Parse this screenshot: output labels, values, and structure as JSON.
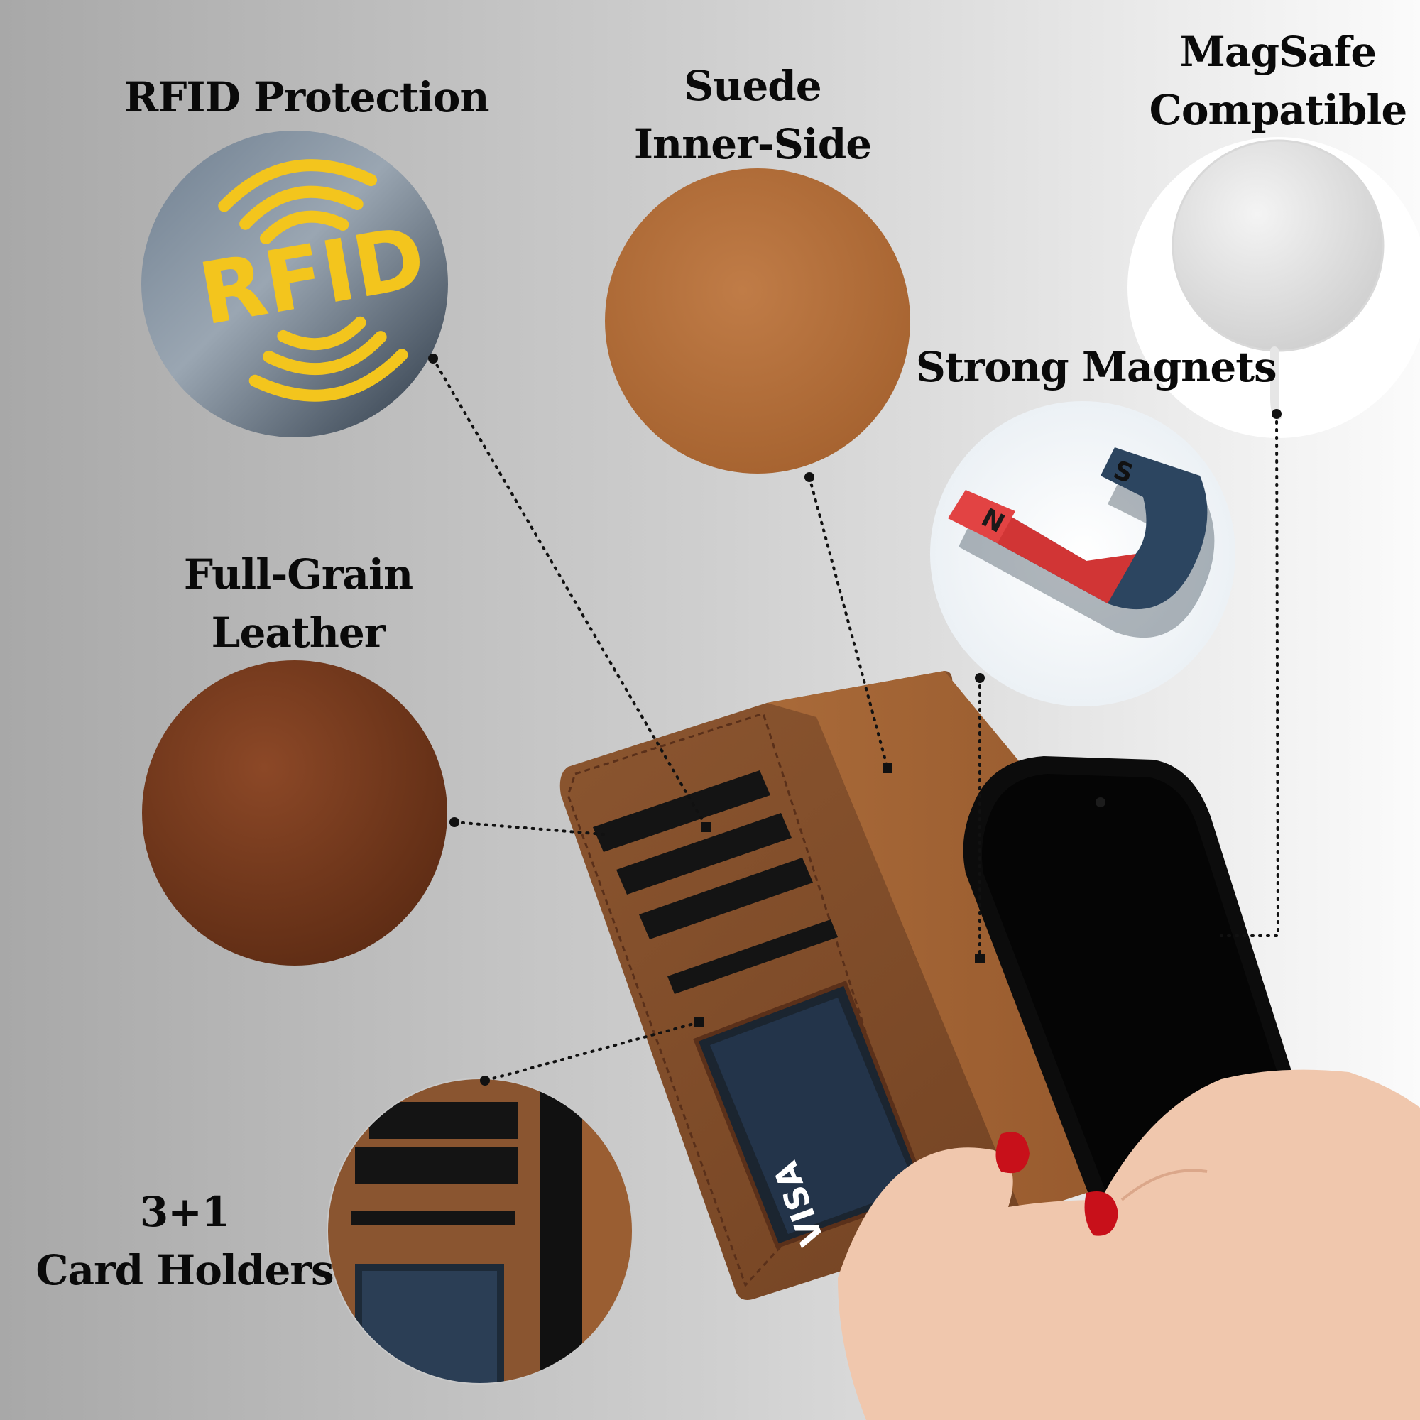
{
  "features": {
    "rfid": {
      "lines": [
        "RFID Protection"
      ],
      "badge_text": "RFID"
    },
    "suede": {
      "lines": [
        "Suede",
        "Inner-Side"
      ]
    },
    "magsafe": {
      "lines": [
        "MagSafe",
        "Compatible"
      ]
    },
    "magnets": {
      "lines": [
        "Strong Magnets"
      ],
      "pole_north": "N",
      "pole_south": "S"
    },
    "leather": {
      "lines": [
        "Full-Grain",
        "Leather"
      ]
    },
    "cards": {
      "lines": [
        "3+1",
        "Card Holders"
      ]
    }
  },
  "card_brand": "VISA",
  "colors": {
    "rfid_gold": "#f3c51d",
    "suede": "#b8733f",
    "leather": "#7b3d20",
    "wallet": "#8a5530",
    "magnet_red": "#d13535",
    "magnet_blue": "#2c4560",
    "phone": "#0c0c0c",
    "nail_polish": "#c8101a"
  }
}
